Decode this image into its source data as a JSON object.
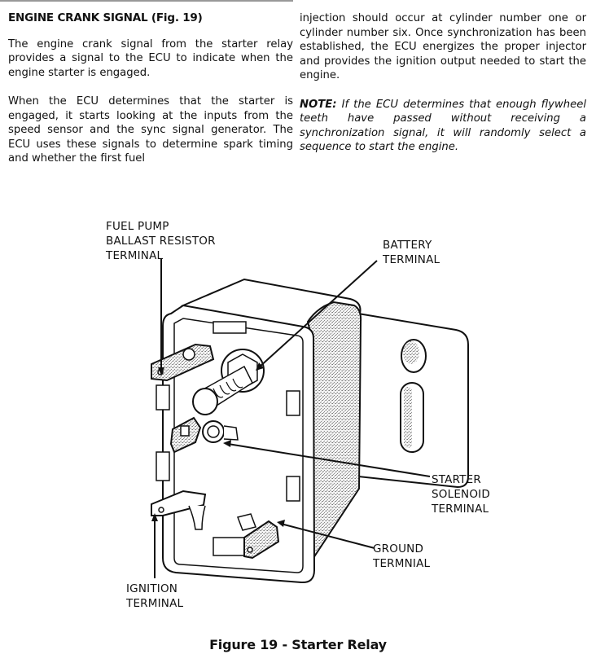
{
  "left_column": {
    "heading": "ENGINE CRANK SIGNAL (Fig. 19)",
    "paragraph_1": "The engine crank signal from the starter relay provides a signal to the ECU to indicate when the engine starter is engaged.",
    "paragraph_2": "When the ECU determines that the starter is engaged, it starts looking at the inputs from the speed sensor and the sync signal generator.  The ECU uses these signals to determine spark timing and whether the first fuel"
  },
  "right_column": {
    "paragraph_1": "injection should occur at cylinder number one or cylinder number six.  Once synchronization has been established, the ECU energizes the proper injector and provides the ignition output needed to start the engine.",
    "note_label": "NOTE:",
    "note_text": "  If the ECU determines that enough flywheel teeth have passed without receiving a synchronization signal, it will randomly select a sequence to start the engine."
  },
  "figure": {
    "caption": "Figure 19 - Starter Relay",
    "callouts": {
      "fuel_pump": [
        "FUEL PUMP",
        "BALLAST RESISTOR",
        "TERMINAL"
      ],
      "battery": [
        "BATTERY",
        "TERMINAL"
      ],
      "starter_solenoid": [
        "STARTER",
        "SOLENOID",
        "TERMINAL"
      ],
      "ground": [
        "GROUND",
        "TERMNIAL"
      ],
      "ignition": [
        "IGNITION",
        "TERMINAL"
      ]
    }
  }
}
